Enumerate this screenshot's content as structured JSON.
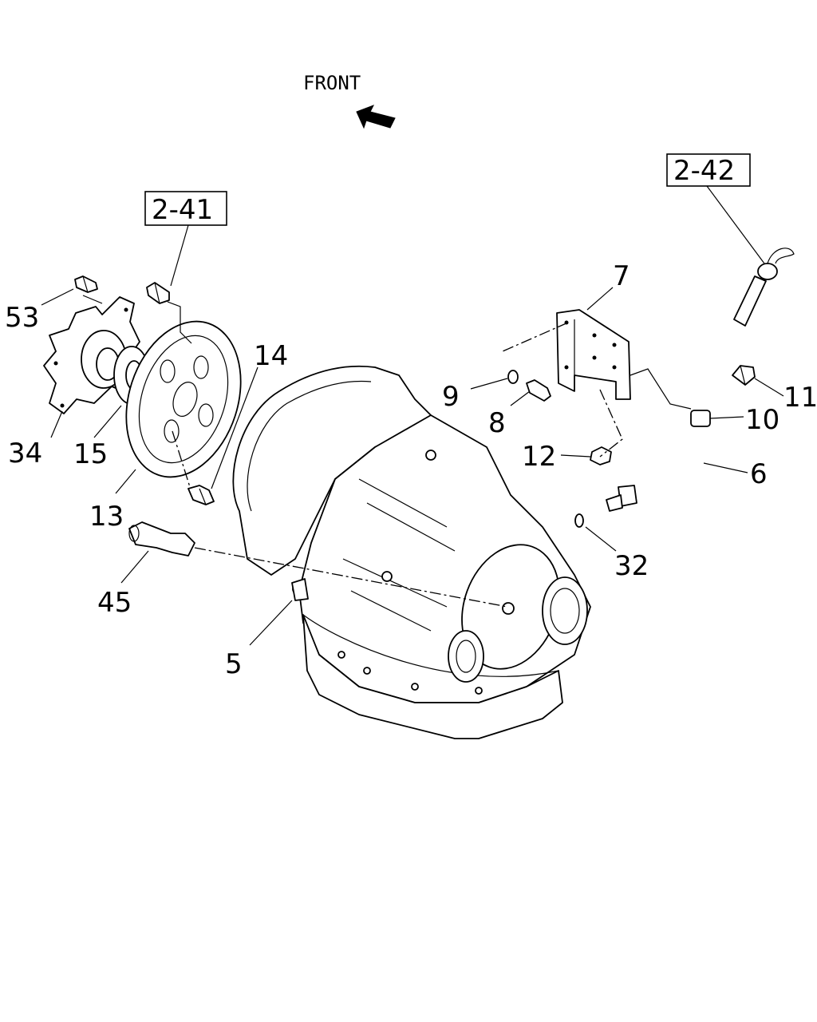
{
  "header": {
    "front_label": "FRONT"
  },
  "references": [
    {
      "id": "ref-2-41",
      "label": "2-41"
    },
    {
      "id": "ref-2-42",
      "label": "2-42"
    }
  ],
  "callouts": [
    {
      "id": "53",
      "label": "53"
    },
    {
      "id": "34",
      "label": "34"
    },
    {
      "id": "15",
      "label": "15"
    },
    {
      "id": "13",
      "label": "13"
    },
    {
      "id": "14",
      "label": "14"
    },
    {
      "id": "45",
      "label": "45"
    },
    {
      "id": "5",
      "label": "5"
    },
    {
      "id": "7",
      "label": "7"
    },
    {
      "id": "9",
      "label": "9"
    },
    {
      "id": "8",
      "label": "8"
    },
    {
      "id": "12",
      "label": "12"
    },
    {
      "id": "11",
      "label": "11"
    },
    {
      "id": "10",
      "label": "10"
    },
    {
      "id": "6",
      "label": "6"
    },
    {
      "id": "32",
      "label": "32"
    }
  ]
}
